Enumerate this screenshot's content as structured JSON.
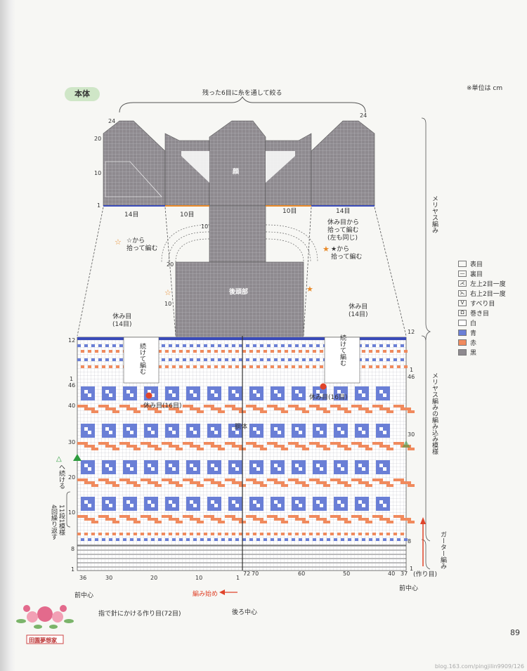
{
  "section_tag": "本体",
  "unit_note": "※単位は cm",
  "top_note": "残った6目に糸を通して絞る",
  "labels": {
    "face": "顔",
    "back_head": "後頭部",
    "body": "胴体",
    "left_14": "14目",
    "left_10": "10目",
    "right_10": "10目",
    "right_14": "14目",
    "pickup_right": "休み目から\n拾って編む\n(左も同じ)",
    "star_left": "☆から\n拾って編む",
    "star_right": "★から\n拾って編む",
    "rest_left": "休み目\n(14目)",
    "rest_right": "休み目\n(14目)",
    "continue_left": "続けて編む",
    "continue_right": "続けて編む",
    "rest16_left": "休み目(16目)",
    "rest16_right": "休み目(16目)",
    "join_note": "へ続ける",
    "repeat_note": "11段1模様\n4回繰り返す",
    "stockinette": "メリヤス編み",
    "fairisle": "メリヤス編みの編み込み模様",
    "garter": "ガーター編み",
    "cast_on_rows": "(作り目)",
    "start": "編み始め",
    "cast_on": "指で針にかける作り目(72目)",
    "front_center_l": "前中心",
    "front_center_r": "前中心",
    "back_center": "後ろ中心"
  },
  "row_numbers": {
    "top": [
      "24",
      "20",
      "10",
      "1"
    ],
    "head": [
      "20",
      "10",
      "10"
    ],
    "body": [
      "12",
      "1",
      "46",
      "40",
      "30",
      "20",
      "10",
      "8",
      "1"
    ],
    "right": [
      "24",
      "12",
      "1",
      "46",
      "30",
      "8",
      "1"
    ]
  },
  "col_numbers": [
    "36",
    "30",
    "20",
    "10",
    "1",
    "72",
    "70",
    "60",
    "50",
    "40",
    "37"
  ],
  "legend": [
    {
      "symbol": "",
      "label": "表目"
    },
    {
      "symbol": "—",
      "label": "裏目"
    },
    {
      "symbol": "⋌",
      "label": "左上2目一度"
    },
    {
      "symbol": "⋋",
      "label": "右上2目一度"
    },
    {
      "symbol": "V",
      "label": "すべり目"
    },
    {
      "symbol": "Ω",
      "label": "巻き目"
    },
    {
      "symbol": "",
      "label": "白",
      "color": "#ffffff"
    },
    {
      "symbol": "",
      "label": "青",
      "color": "#6a7fd6"
    },
    {
      "symbol": "",
      "label": "赤",
      "color": "#f08a5d"
    },
    {
      "symbol": "",
      "label": "黒",
      "color": "#8e8a8f"
    }
  ],
  "page_number": "89",
  "logo_text": "田園夢想家",
  "watermark": "blog.163.com/pingjilin9909/126"
}
